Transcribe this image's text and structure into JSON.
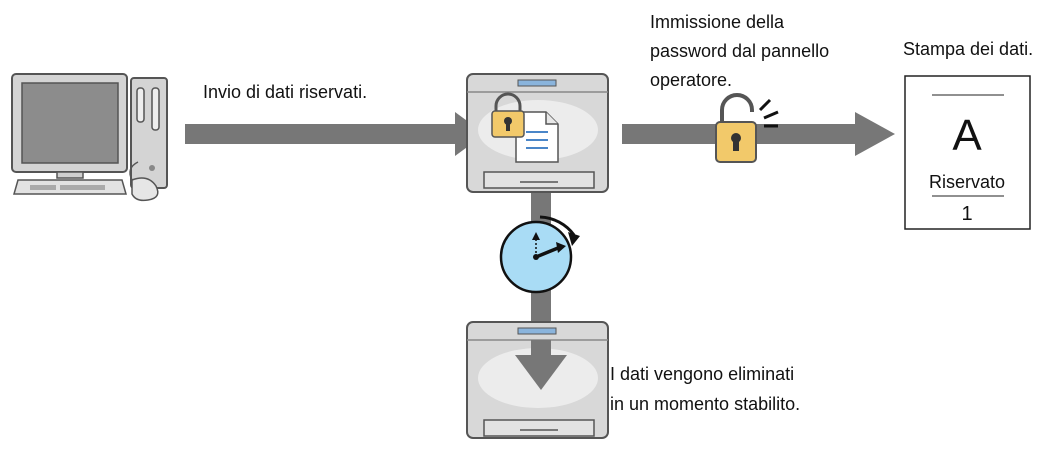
{
  "labels": {
    "send_confidential": "Invio di dati riservati.",
    "enter_password_line1": "Immissione della",
    "enter_password_line2": "password dal pannello",
    "enter_password_line3": "operatore.",
    "print_data": "Stampa dei dati.",
    "deleted_line1": "I dati vengono eliminati",
    "deleted_line2": "in un momento stabilito."
  },
  "printout": {
    "letter": "A",
    "caption": "Riservato",
    "page_number": "1"
  },
  "icons": [
    "computer-icon",
    "printer-icon",
    "lock-icon",
    "unlock-icon",
    "document-icon",
    "timer-icon"
  ],
  "colors": {
    "arrow": "#777777",
    "device_body": "#d0d0d0",
    "device_outline": "#555555",
    "clock_fill": "#a9dcf5",
    "lock_fill": "#f2c96a"
  }
}
